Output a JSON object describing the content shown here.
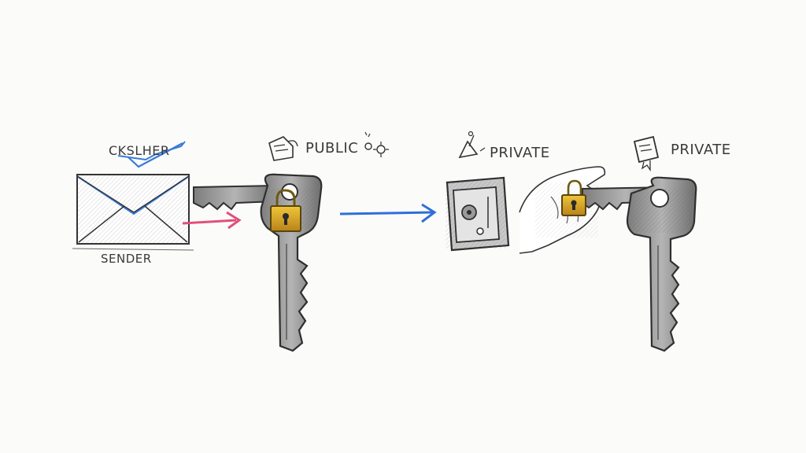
{
  "labels": {
    "checker": "CKSLHER",
    "sender": "SENDER",
    "public": "PUBLIC",
    "private_left": "PRIVATE",
    "private_right": "PRIVATE"
  },
  "colors": {
    "background": "#fbfbfa",
    "pencil": "#2f2f2f",
    "key_gray": "#8e8e8e",
    "lock_gold": "#d4a21f",
    "arrow_pink": "#e0507a",
    "arrow_blue": "#2f6fd8",
    "check_blue": "#3a7ad8"
  },
  "icons": [
    "envelope-icon",
    "key-icon",
    "padlock-icon",
    "safe-icon",
    "hand-icon",
    "certificate-icon"
  ]
}
